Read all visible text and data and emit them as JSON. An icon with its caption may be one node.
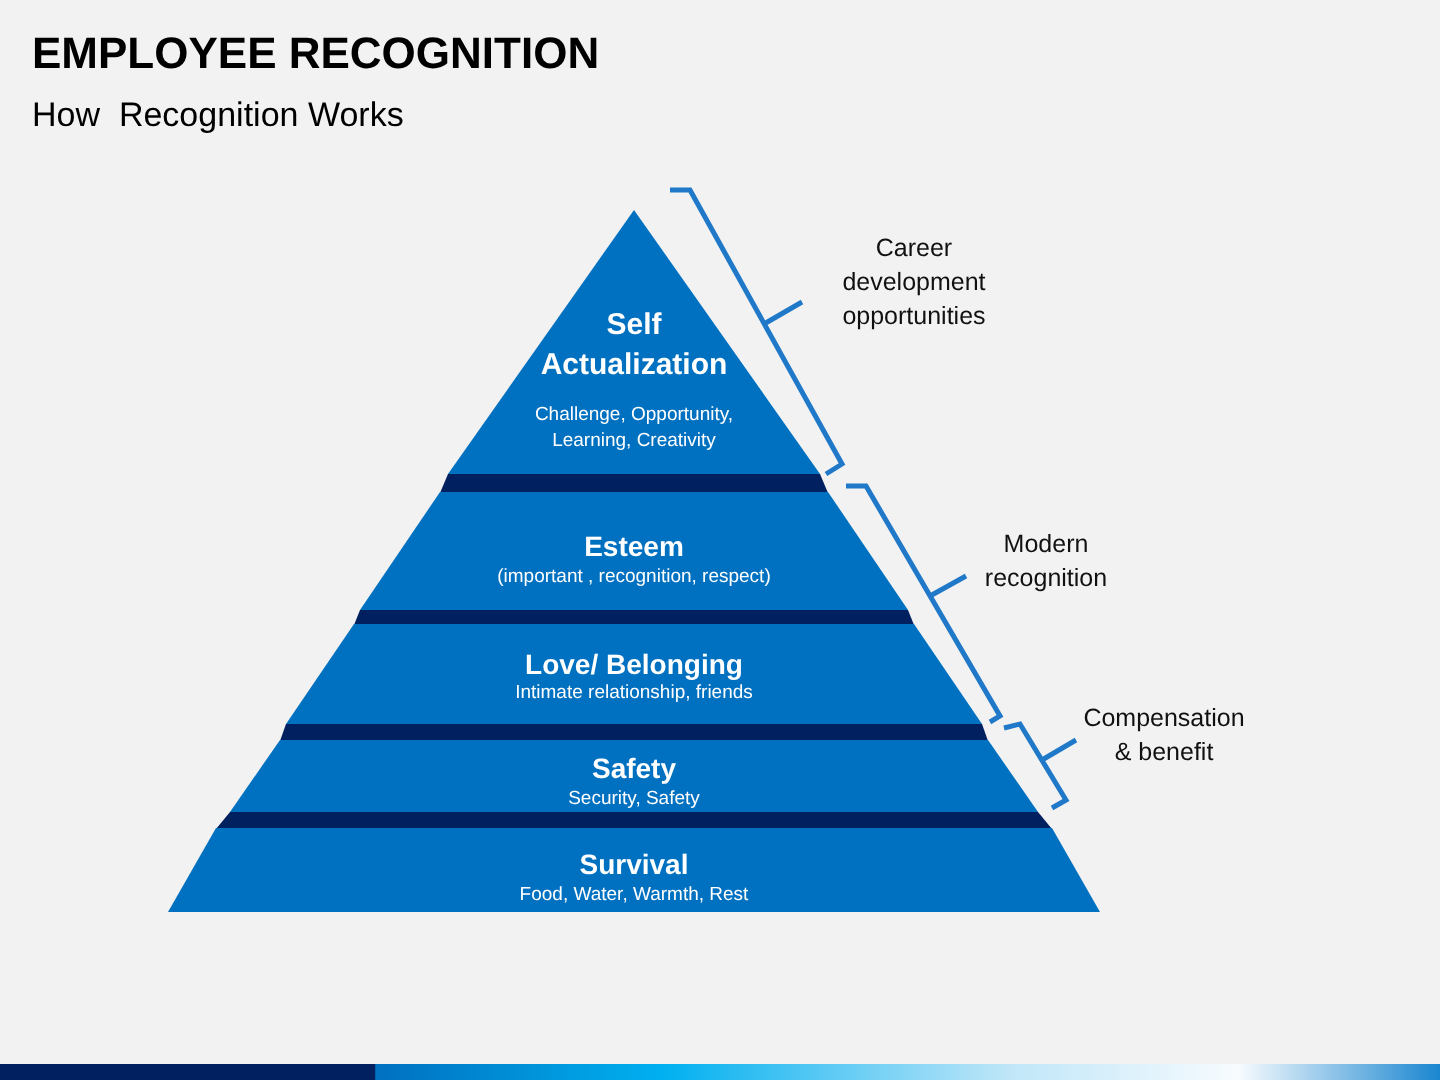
{
  "diagram": {
    "title": "EMPLOYEE RECOGNITION",
    "nodes": [
      {
        "text": [
          "Self Actualization",
          "Challenge, Opportunity, Learning, Creativity"
        ]
      },
      {
        "text": [
          "Esteem",
          "(important , recognition, respect)"
        ]
      },
      {
        "text": [
          "Love/ Belonging",
          "Intimate relationship, friends"
        ]
      },
      {
        "text": [
          "Safety",
          "Security, Safety"
        ]
      },
      {
        "text": [
          "Survival",
          "Food, Water, Warmth, Rest"
        ]
      }
    ],
    "labels": [
      "How  Recognition Works",
      "Career development opportunities",
      "Modern recognition",
      "Compensation & benefit"
    ]
  }
}
